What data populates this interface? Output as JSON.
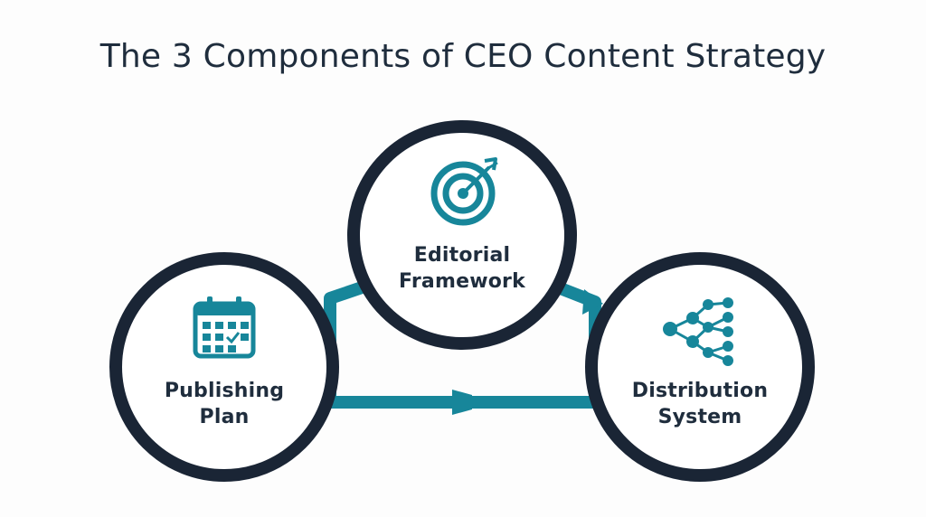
{
  "title": "The 3 Components of CEO Content Strategy",
  "colors": {
    "title": "#1f2d3d",
    "ring": "#1a2535",
    "accent": "#17869a",
    "label": "#1f2d3d",
    "background": "#fdfdfd"
  },
  "components": {
    "editorial": {
      "line1": "Editorial",
      "line2": "Framework",
      "icon": "target-icon"
    },
    "publishing": {
      "line1": "Publishing",
      "line2": "Plan",
      "icon": "calendar-icon"
    },
    "distribution": {
      "line1": "Distribution",
      "line2": "System",
      "icon": "network-icon"
    }
  }
}
